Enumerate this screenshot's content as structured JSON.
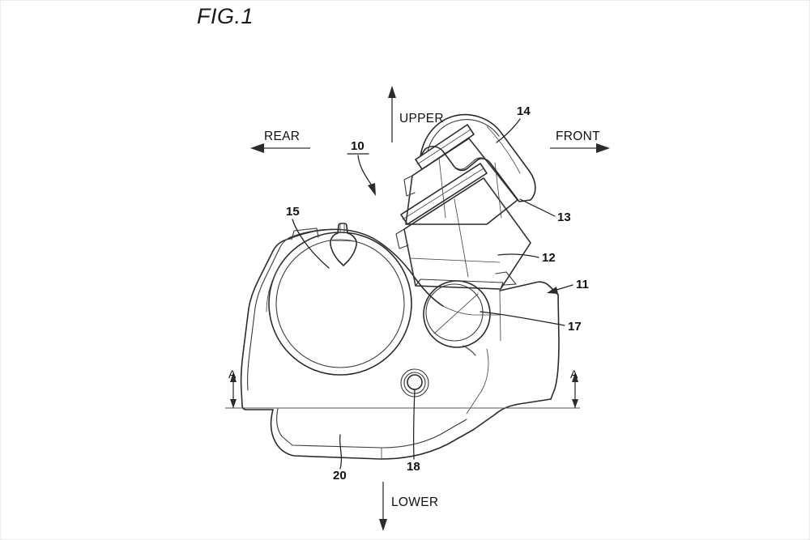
{
  "figure": {
    "title": "FIG.1",
    "kind": "patent-line-drawing",
    "subject": "motorcycle engine unit side view"
  },
  "orientation_labels": {
    "upper": "UPPER",
    "lower": "LOWER",
    "front": "FRONT",
    "rear": "REAR"
  },
  "section_markers": {
    "left": "A",
    "right": "A"
  },
  "reference_numerals": {
    "assembly": "10",
    "crankcase": "11",
    "cylinder_block": "12",
    "cylinder_head": "13",
    "head_cover": "14",
    "case_tab": "15",
    "clutch_cover": "17",
    "boss": "18",
    "oil_pan": "20"
  },
  "colors": {
    "ink": "#2b2b2b",
    "background": "#ffffff",
    "border": "#ededed"
  }
}
